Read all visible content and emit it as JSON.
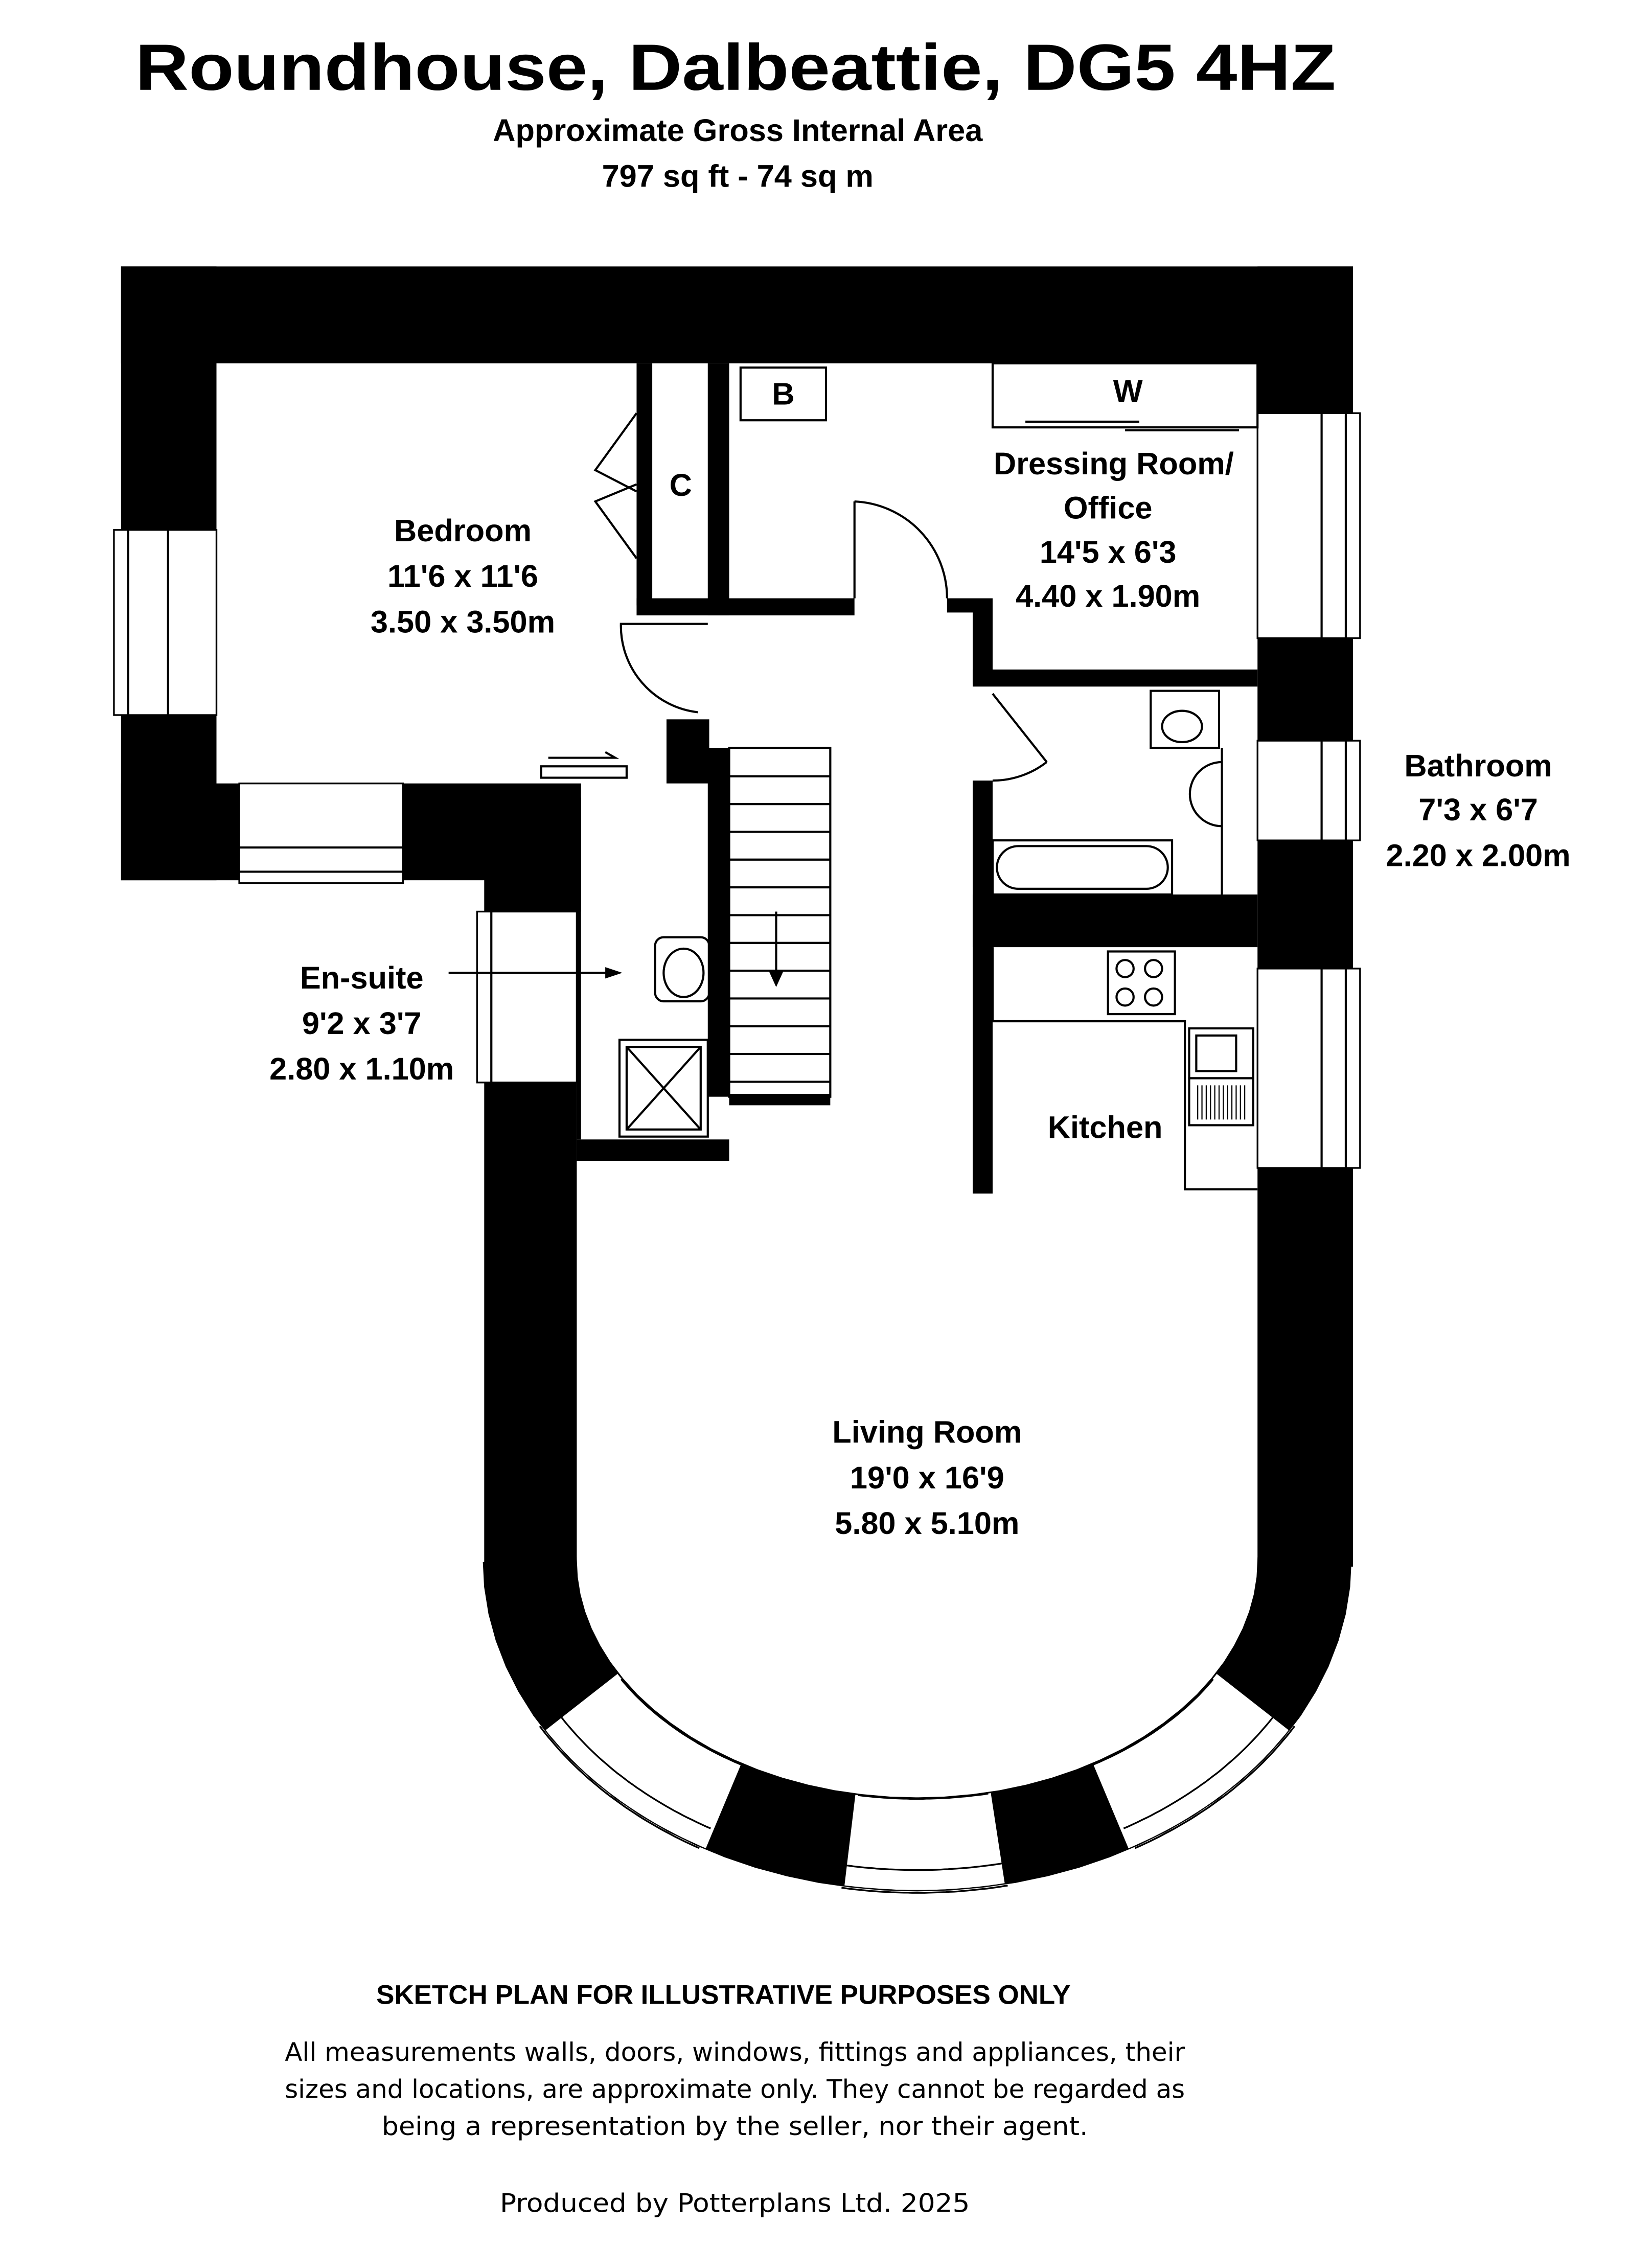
{
  "header": {
    "title": "Roundhouse, Dalbeattie, DG5 4HZ",
    "subtitle": "Approximate Gross Internal Area",
    "area": "797 sq ft - 74 sq m"
  },
  "rooms": {
    "bedroom": {
      "name": "Bedroom",
      "imperial": "11'6 x 11'6",
      "metric": "3.50 x 3.50m"
    },
    "dressing": {
      "name_line1": "Dressing Room/",
      "name_line2": "Office",
      "imperial": "14'5 x 6'3",
      "metric": "4.40 x 1.90m"
    },
    "bathroom": {
      "name": "Bathroom",
      "imperial": "7'3 x 6'7",
      "metric": "2.20 x 2.00m"
    },
    "ensuite": {
      "name": "En-suite",
      "imperial": "9'2 x 3'7",
      "metric": "2.80 x 1.10m"
    },
    "kitchen": {
      "name": "Kitchen"
    },
    "living": {
      "name": "Living Room",
      "imperial": "19'0 x 16'9",
      "metric": "5.80 x 5.10m"
    }
  },
  "markers": {
    "cupboard": "C",
    "boiler": "B",
    "wardrobe": "W"
  },
  "footer": {
    "disclaimer_title": "SKETCH PLAN FOR ILLUSTRATIVE PURPOSES ONLY",
    "disclaimer_line1": "All measurements walls, doors, windows, fittings and appliances, their",
    "disclaimer_line2": "sizes and locations, are approximate only. They cannot be regarded as",
    "disclaimer_line3": "being a representation by the seller, nor their agent.",
    "credit": "Produced by Potterplans Ltd. 2025"
  }
}
